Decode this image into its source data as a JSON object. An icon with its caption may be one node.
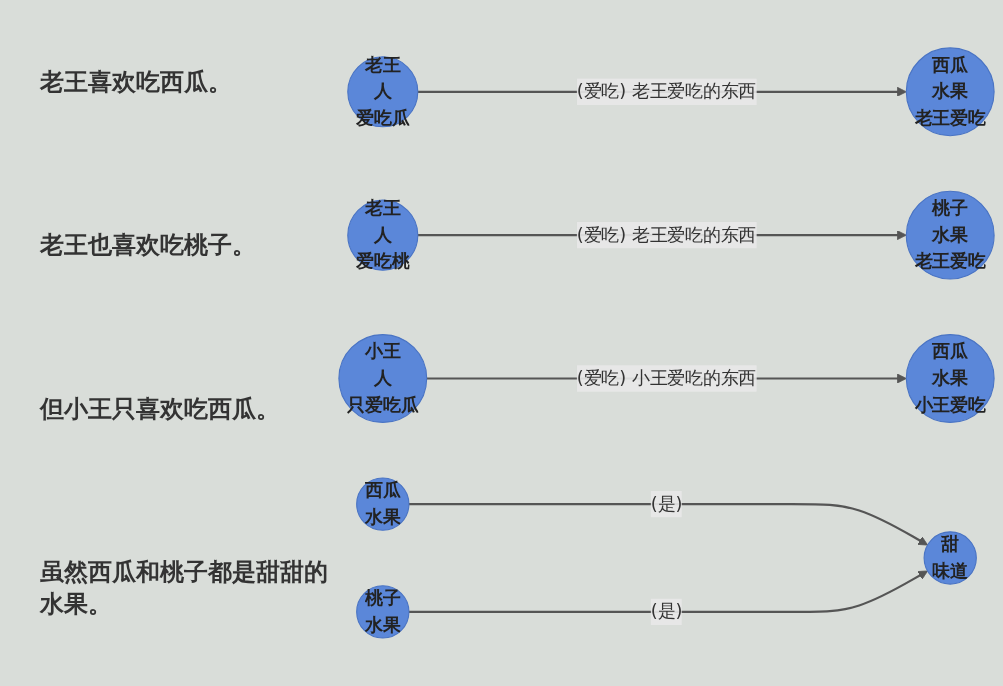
{
  "diagram": {
    "nodes": [
      {
        "text": [
          "老王",
          "人",
          "爱吃瓜"
        ]
      },
      {
        "text": [
          "西瓜",
          "水果",
          "老王爱吃"
        ]
      },
      {
        "text": [
          "老王",
          "人",
          "爱吃桃"
        ]
      },
      {
        "text": [
          "桃子",
          "水果",
          "老王爱吃"
        ]
      },
      {
        "text": [
          "小王",
          "人",
          "只爱吃瓜"
        ]
      },
      {
        "text": [
          "西瓜",
          "水果",
          "小王爱吃"
        ]
      },
      {
        "text": [
          "西瓜",
          "水果"
        ]
      },
      {
        "text": [
          "甜",
          "味道"
        ]
      },
      {
        "text": [
          "桃子",
          "水果"
        ]
      }
    ],
    "edges": [
      {
        "from": 0,
        "to": 1,
        "arrow": "to",
        "label": "(爱吃) 老王爱吃的东西"
      },
      {
        "from": 2,
        "to": 3,
        "arrow": "to",
        "label": "(爱吃) 老王爱吃的东西"
      },
      {
        "from": 4,
        "to": 5,
        "arrow": "to",
        "label": "(爱吃) 小王爱吃的东西"
      },
      {
        "from": 6,
        "to": 7,
        "arrow": "to",
        "label": "(是)"
      },
      {
        "from": 8,
        "to": 7,
        "arrow": "to",
        "label": "(是)"
      }
    ],
    "labels": [
      "老王喜欢吃西瓜。",
      "老王也喜欢吃桃子。",
      "但小王只喜欢吃西瓜。",
      "虽然西瓜和桃子都是甜甜的水果。"
    ]
  }
}
